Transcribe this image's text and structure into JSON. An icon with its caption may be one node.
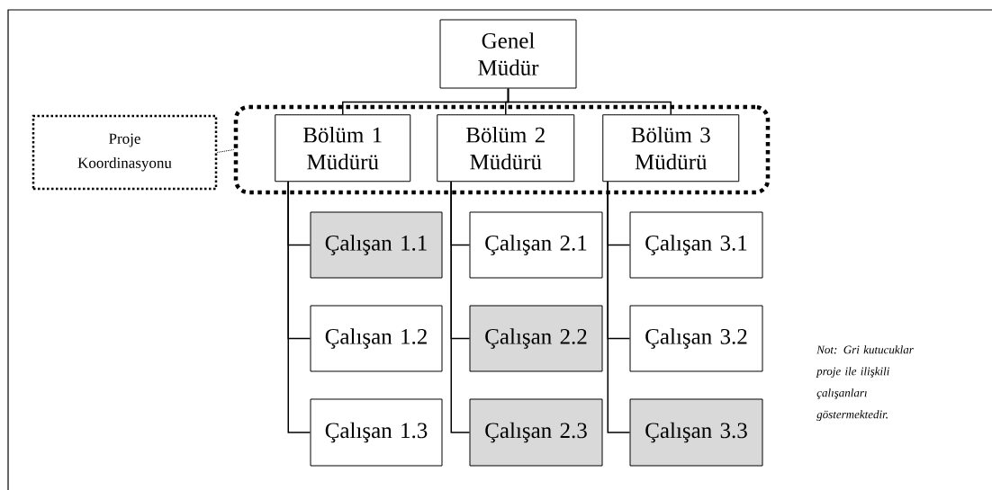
{
  "diagram": {
    "nodes": [
      {
        "text": [
          "Genel Müdür"
        ]
      },
      {
        "text": [
          "Proje Koordinasyonu"
        ]
      },
      {
        "text": [],
        "shape": "box"
      },
      {
        "text": [
          "Bölüm 1 Müdürü"
        ],
        "in": 2
      },
      {
        "text": [
          "Bölüm 2 Müdürü"
        ],
        "in": 2
      },
      {
        "text": [
          "Bölüm 3 Müdürü"
        ],
        "in": 2
      },
      {
        "text": [
          "Çalışan 1.1"
        ]
      },
      {
        "text": [
          "Çalışan 2.1"
        ]
      },
      {
        "text": [
          "Çalışan 3.1"
        ]
      },
      {
        "text": [
          "Çalışan 1.2"
        ]
      },
      {
        "text": [
          "Çalışan 2.2"
        ]
      },
      {
        "text": [
          "Çalışan 3.2"
        ]
      },
      {
        "text": [
          "Çalışan 1.3"
        ]
      },
      {
        "text": [
          "Çalışan 2.3"
        ]
      },
      {
        "text": [
          "Çalışan 3.3"
        ]
      }
    ],
    "edges": [
      {
        "from": 0,
        "to": 3,
        "arrow": "none"
      },
      {
        "from": 0,
        "to": 4,
        "arrow": "none"
      },
      {
        "from": 0,
        "to": 5,
        "arrow": "none"
      },
      {
        "from": 1,
        "to": 2,
        "arrow": "none",
        "style": "dashed"
      },
      {
        "from": 3,
        "to": 6,
        "arrow": "none"
      },
      {
        "from": 3,
        "to": 9,
        "arrow": "none"
      },
      {
        "from": 3,
        "to": 12,
        "arrow": "none"
      },
      {
        "from": 4,
        "to": 7,
        "arrow": "none"
      },
      {
        "from": 4,
        "to": 10,
        "arrow": "none"
      },
      {
        "from": 4,
        "to": 13,
        "arrow": "none"
      },
      {
        "from": 5,
        "to": 8,
        "arrow": "none"
      },
      {
        "from": 5,
        "to": 11,
        "arrow": "none"
      },
      {
        "from": 5,
        "to": 14,
        "arrow": "none"
      }
    ],
    "labels": [
      "Not: Gri kutucuklar proje ile ilişkili çalışanları göstermektedir."
    ]
  }
}
